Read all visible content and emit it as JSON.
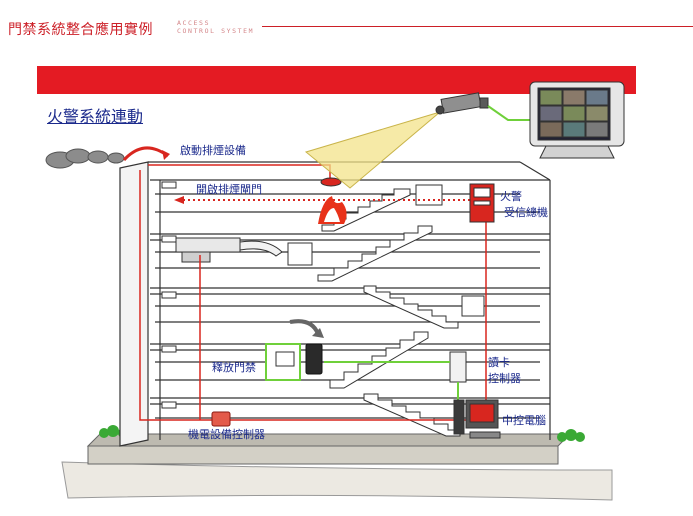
{
  "header": {
    "title": "門禁系統整合應用實例",
    "subtitle_en_line1": "ACCESS",
    "subtitle_en_line2": "CONTROL SYSTEM"
  },
  "section": {
    "title": "火警系統連動"
  },
  "labels": {
    "smoke_exhaust": "啟動排煙設備",
    "open_exhaust_door": "開啟排煙閘門",
    "fire_alarm_1": "火警",
    "fire_alarm_2": "受信總機",
    "release_door": "釋放門禁",
    "reader_1": "讀卡",
    "reader_2": "控制器",
    "pc": "中控電腦",
    "facility_ctrl": "機電設備控制器"
  },
  "colors": {
    "brand_red": "#e41b23",
    "label_blue": "#1b2a8c",
    "link_green": "#6fd03a",
    "wire_red": "#d8261f"
  }
}
